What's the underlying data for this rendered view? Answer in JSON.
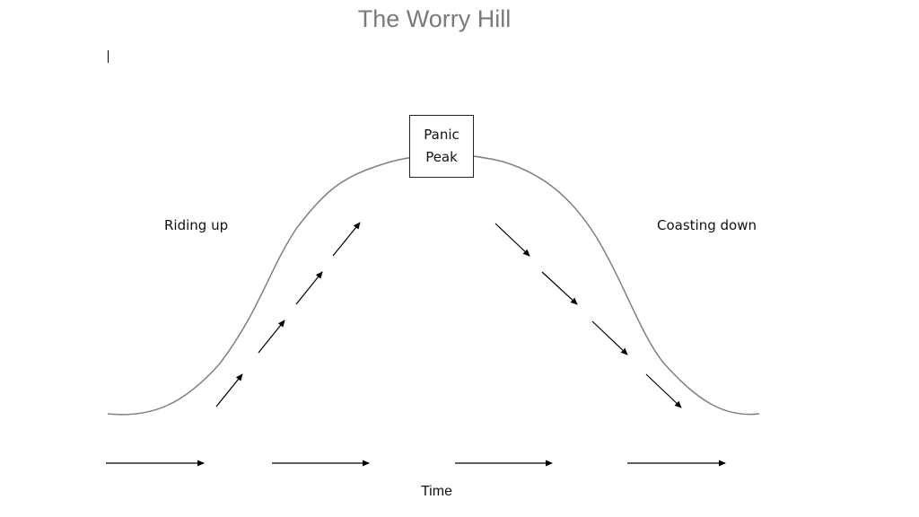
{
  "title": "The Worry Hill",
  "peak": {
    "line1": "Panic",
    "line2": "Peak"
  },
  "labels": {
    "left": "Riding up",
    "right": "Coasting down",
    "time": "Time"
  },
  "colors": {
    "curve": "#808080",
    "arrow": "#000000",
    "title": "#7a7a7a"
  }
}
